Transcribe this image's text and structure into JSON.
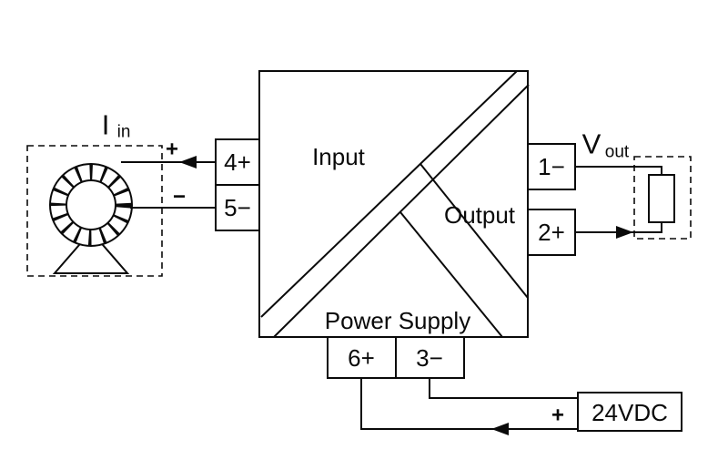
{
  "diagram": {
    "sections": {
      "input": "Input",
      "output": "Output",
      "power_supply": "Power Supply"
    },
    "terminals": {
      "t4": "4+",
      "t5": "5−",
      "t1": "1−",
      "t2": "2+",
      "t6": "6+",
      "t3": "3−"
    },
    "transformer": {
      "label": "I",
      "label_sub": "in",
      "plus": "+",
      "minus": "−"
    },
    "load": {
      "label": "V",
      "label_sub": "out"
    },
    "supply": {
      "label": "24VDC",
      "plus": "+"
    },
    "colors": {
      "line": "#0a0a0a",
      "background": "#ffffff"
    }
  }
}
